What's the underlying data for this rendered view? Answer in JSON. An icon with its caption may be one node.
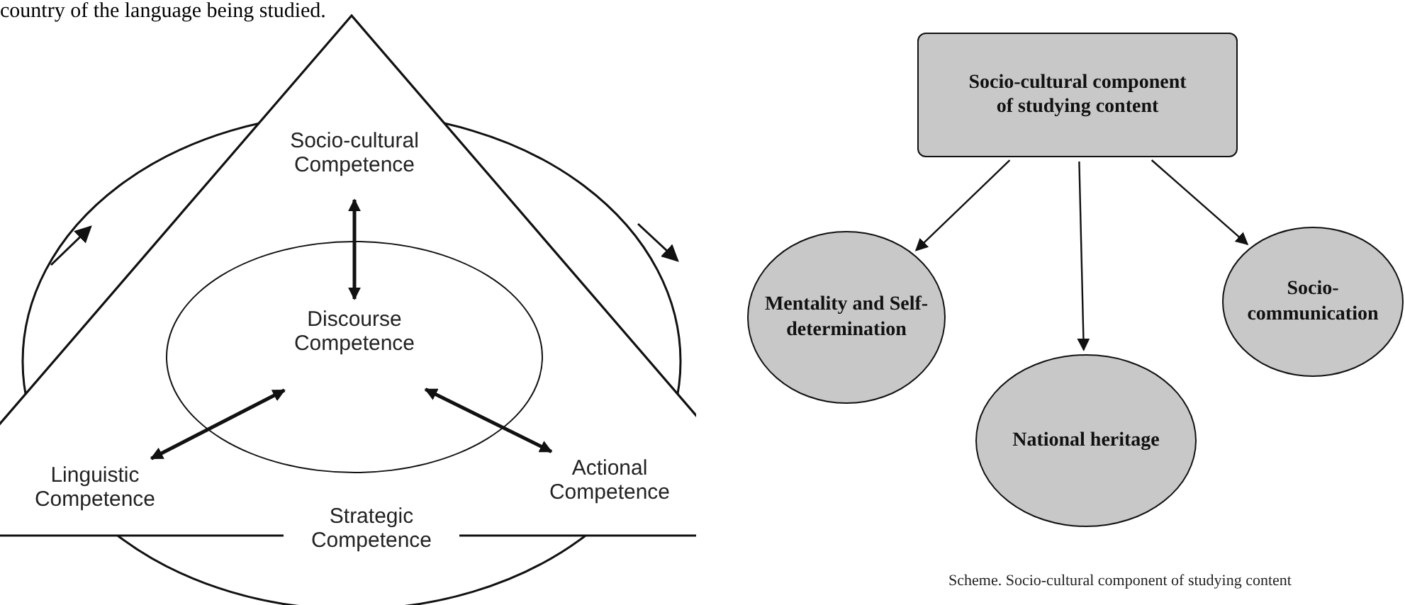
{
  "diagram": {
    "caption": "Scheme. Socio-cultural component of studying content",
    "nodes": [
      {
        "text": [],
        "shape": "triangle"
      },
      {
        "text": [
          "Socio-cultural Competence"
        ],
        "in": 0
      },
      {
        "text": [
          "Discourse Competence"
        ],
        "in": 0
      },
      {
        "text": [
          "Linguistic Competence"
        ],
        "in": 0
      },
      {
        "text": [
          "Actional Competence"
        ],
        "in": 0
      },
      {
        "text": [
          "Strategic Competence"
        ]
      },
      {
        "text": [
          "Socio-cultural component of studying content"
        ]
      },
      {
        "text": [
          "Mentality and Self-determination"
        ]
      },
      {
        "text": [
          "National heritage"
        ]
      },
      {
        "text": [
          "Socio-communication"
        ]
      }
    ],
    "edges": [
      {
        "from": 1,
        "to": 2,
        "arrow": "both"
      },
      {
        "from": 2,
        "to": 3,
        "arrow": "both"
      },
      {
        "from": 2,
        "to": 4,
        "arrow": "both"
      },
      {
        "from": 6,
        "to": 7,
        "arrow": "to"
      },
      {
        "from": 6,
        "to": 8,
        "arrow": "to"
      },
      {
        "from": 6,
        "to": 9,
        "arrow": "to"
      }
    ],
    "labels": [
      "country of the language being studied."
    ]
  }
}
